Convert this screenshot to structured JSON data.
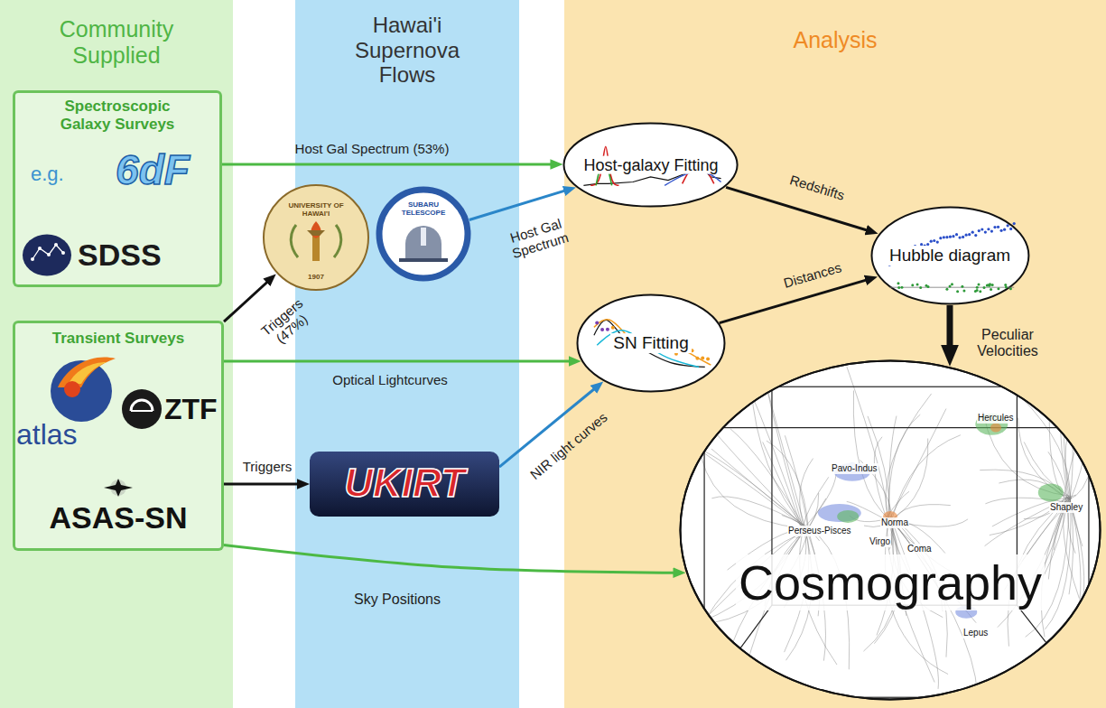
{
  "diagram": {
    "nodes": [
      {
        "text": [
          "Community Supplied"
        ]
      },
      {
        "text": [
          "Spectroscopic Galaxy Surveys",
          "e.g."
        ],
        "in": 0
      },
      {
        "text": [
          "6dF"
        ],
        "in": 1
      },
      {
        "text": [
          "SDSS"
        ],
        "in": 1
      },
      {
        "text": [
          "Transient Surveys"
        ],
        "in": 0
      },
      {
        "text": [
          "atlas"
        ],
        "in": 4
      },
      {
        "text": [
          "ZTF"
        ],
        "in": 4
      },
      {
        "text": [
          "ASAS-SN"
        ],
        "in": 4
      },
      {
        "text": [
          "Hawai'i Supernova Flows"
        ]
      },
      {
        "text": [
          "UNIVERSITY OF HAWAI'I",
          "1907"
        ],
        "in": 8
      },
      {
        "text": [
          "SUBARU TELESCOPE"
        ],
        "in": 8
      },
      {
        "text": [
          "UKIRT"
        ],
        "in": 8
      },
      {
        "text": [
          "Analysis"
        ]
      },
      {
        "text": [
          "Host-galaxy Fitting"
        ],
        "in": 12
      },
      {
        "text": [
          "SN Fitting"
        ],
        "in": 12
      },
      {
        "text": [
          "Hubble diagram"
        ],
        "in": 12
      },
      {
        "text": [
          "Cosmography"
        ],
        "in": 12
      }
    ],
    "edges": [
      {
        "from": 1,
        "to": 13,
        "label": "Host Gal Spectrum (53%)",
        "arrow": "to"
      },
      {
        "from": 4,
        "to": 9,
        "label": "Triggers (47%)",
        "arrow": "to"
      },
      {
        "from": 10,
        "to": 13,
        "label": "Host Gal Spectrum",
        "arrow": "to"
      },
      {
        "from": 4,
        "to": 14,
        "label": "Optical Lightcurves",
        "arrow": "to"
      },
      {
        "from": 4,
        "to": 11,
        "label": "Triggers",
        "arrow": "to"
      },
      {
        "from": 11,
        "to": 14,
        "label": "NIR light curves",
        "arrow": "to"
      },
      {
        "from": 13,
        "to": 15,
        "label": "Redshifts",
        "arrow": "to"
      },
      {
        "from": 14,
        "to": 15,
        "label": "Distances",
        "arrow": "to"
      },
      {
        "from": 15,
        "to": 16,
        "label": "Peculiar Velocities",
        "arrow": "to"
      },
      {
        "from": 4,
        "to": 16,
        "label": "Sky Positions",
        "arrow": "to"
      }
    ],
    "labels": [
      "Hercules",
      "Pavo-Indus",
      "Perseus-Pisces",
      "Norma",
      "Virgo",
      "Coma",
      "Shapley",
      "Lepus"
    ]
  }
}
